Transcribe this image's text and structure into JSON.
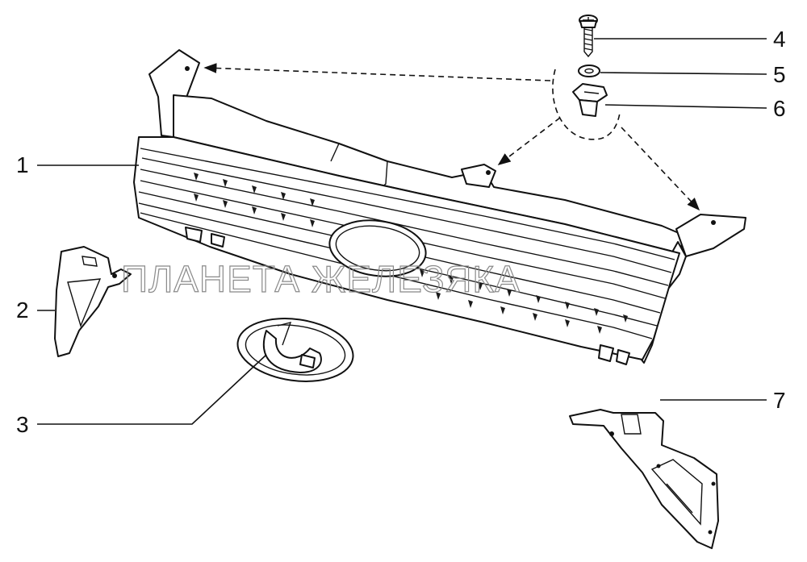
{
  "diagram": {
    "watermark": "ПЛАНЕТА ЖЕЛЕЗЯКА",
    "callouts": [
      "1",
      "2",
      "3",
      "4",
      "5",
      "6",
      "7"
    ]
  },
  "colors": {
    "ink": "#111111",
    "background": "#ffffff",
    "watermark": "#8a8a8a"
  }
}
